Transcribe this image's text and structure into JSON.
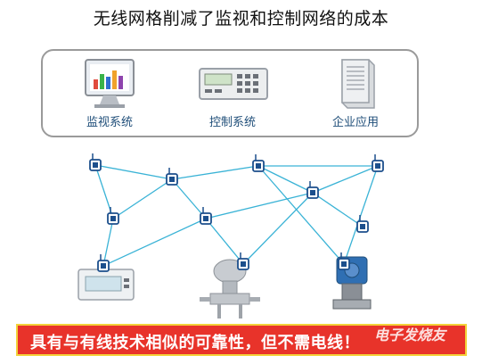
{
  "title": "无线网格削减了监视和控制网络的成本",
  "systems": [
    {
      "label": "监视系统",
      "icon": "monitor-chart-icon"
    },
    {
      "label": "控制系统",
      "icon": "controller-panel-icon"
    },
    {
      "label": "企业应用",
      "icon": "server-tower-icon"
    }
  ],
  "banner": {
    "text": "具有与有线技术相似的可靠性，但不需电线！",
    "watermark": "电子发烧友"
  },
  "colors": {
    "link": "#3ab3d6",
    "node": "#1c4f8c",
    "banner_bg": "#e8332a",
    "banner_border": "#f3d23a",
    "box_border": "#9a9a9a",
    "label": "#1f4e79"
  },
  "mesh": {
    "node_icon": "wireless-node-icon",
    "devices": [
      "display-panel-icon",
      "pressure-transmitter-icon",
      "valve-actuator-icon"
    ]
  }
}
